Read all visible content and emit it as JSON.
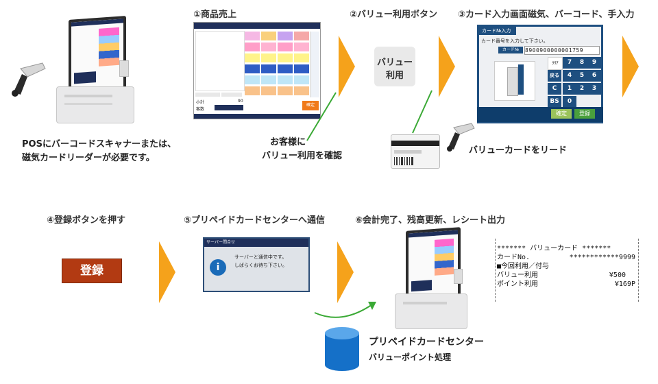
{
  "steps": {
    "s1": "①商品売上",
    "s2": "②バリュー利用ボタン",
    "s3": "③カード入力画面磁気、バーコード、手入力",
    "s4": "④登録ボタンを押す",
    "s5": "⑤プリペイドカードセンターへ通信",
    "s6": "⑥会計完了、残高更新、レシート出力"
  },
  "captions": {
    "pos_req_1": "POSにバーコードスキャナーまたは、",
    "pos_req_2": "磁気カードリーダーが必要です。",
    "confirm_1": "お客様に",
    "confirm_2": "バリュー利用を確認",
    "card_read": "バリューカードをリード"
  },
  "value_button": {
    "line1": "バリュー",
    "line2": "利用"
  },
  "card_screen": {
    "title": "カード№入力",
    "prompt": "カード番号を入力して下さい。",
    "field_label": "カード№",
    "field_value": "8900900000001759",
    "keys": [
      "7",
      "8",
      "9",
      "4",
      "5",
      "6",
      "1",
      "2",
      "3",
      "0"
    ],
    "side_keys": [
      "ｸﾘｱ",
      "戻る",
      "C",
      "BS"
    ],
    "confirm": "確定",
    "register": "登録",
    "bottom_confirm": "確定",
    "bottom_register": "登録"
  },
  "register_button": {
    "label": "登録"
  },
  "server_dialog": {
    "title": "サーバー問合せ",
    "msg1": "サーバーと通信中です。",
    "msg2": "しばらくお待ち下さい。"
  },
  "center": {
    "name": "プリペイドカードセンター",
    "sub": "バリューポイント処理"
  },
  "receipt": {
    "line1": "******* バリューカード *******",
    "line2_label": "カードNo.",
    "line2_value": "************9999",
    "line3": "■今回利用／付与",
    "line4_label": "バリュー利用",
    "line4_value": "¥500",
    "line5_label": "ポイント利用",
    "line5_value": "¥169P"
  },
  "register_screen": {
    "subtotal_label": "小計",
    "subtotal_value": "90",
    "count_label": "客数",
    "confirm_btn": "確定"
  },
  "colors": {
    "arrow": "#f5a21b",
    "green_line": "#3aa935",
    "navy": "#1e4f80",
    "touroku": "#b23a12"
  }
}
